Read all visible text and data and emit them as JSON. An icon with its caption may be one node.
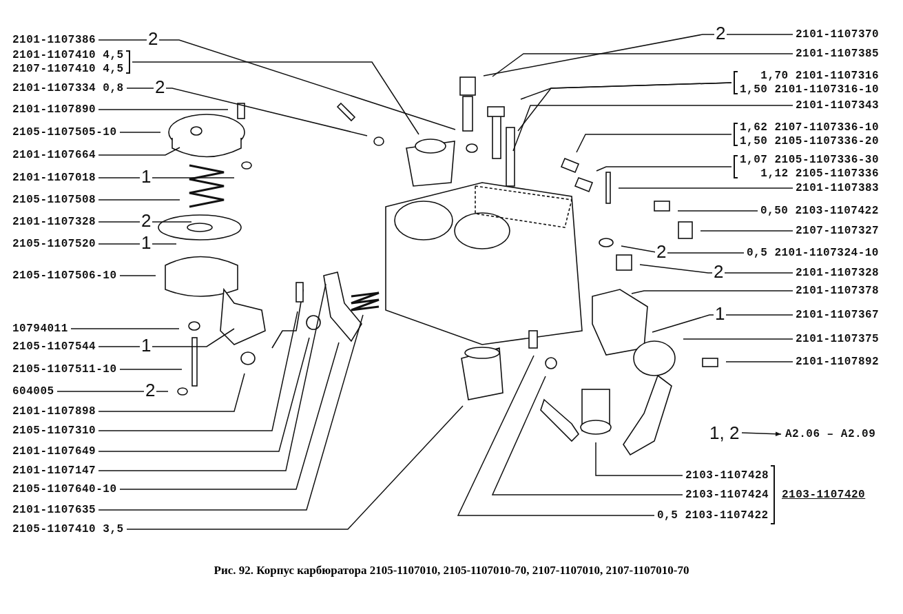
{
  "diagram": {
    "caption": "Рис. 92. Корпус карбюратора 2105-1107010, 2105-1107010-70, 2107-1107010, 2107-1107010-70",
    "nodes": [
      {
        "text": [
          "2101-1107386"
        ]
      },
      {
        "text": [
          "2101-1107410 4,5",
          "2107-1107410 4,5"
        ]
      },
      {
        "text": [
          "2101-1107334 0,8"
        ]
      },
      {
        "text": [
          "2101-1107890"
        ]
      },
      {
        "text": [
          "2105-1107505-10"
        ]
      },
      {
        "text": [
          "2101-1107664"
        ]
      },
      {
        "text": [
          "2101-1107018"
        ]
      },
      {
        "text": [
          "2105-1107508"
        ]
      },
      {
        "text": [
          "2101-1107328"
        ]
      },
      {
        "text": [
          "2105-1107520"
        ]
      },
      {
        "text": [
          "2105-1107506-10"
        ]
      },
      {
        "text": [
          "10794011"
        ]
      },
      {
        "text": [
          "2105-1107544"
        ]
      },
      {
        "text": [
          "2105-1107511-10"
        ]
      },
      {
        "text": [
          "604005"
        ]
      },
      {
        "text": [
          "2101-1107898"
        ]
      },
      {
        "text": [
          "2105-1107310"
        ]
      },
      {
        "text": [
          "2101-1107649"
        ]
      },
      {
        "text": [
          "2101-1107147"
        ]
      },
      {
        "text": [
          "2105-1107640-10"
        ]
      },
      {
        "text": [
          "2101-1107635"
        ]
      },
      {
        "text": [
          "2105-1107410 3,5"
        ]
      },
      {
        "text": [
          "2101-1107370"
        ]
      },
      {
        "text": [
          "2101-1107385"
        ]
      },
      {
        "text": [
          "1,70 2101-1107316",
          "1,50 2101-1107316-10"
        ]
      },
      {
        "text": [
          "2101-1107343"
        ]
      },
      {
        "text": [
          "1,62 2107-1107336-10",
          "1,50 2105-1107336-20"
        ]
      },
      {
        "text": [
          "1,07 2105-1107336-30",
          "1,12 2105-1107336"
        ]
      },
      {
        "text": [
          "2101-1107383"
        ]
      },
      {
        "text": [
          "0,50 2103-1107422"
        ]
      },
      {
        "text": [
          "2107-1107327"
        ]
      },
      {
        "text": [
          "0,5 2101-1107324-10"
        ]
      },
      {
        "text": [
          "2101-1107328"
        ]
      },
      {
        "text": [
          "2101-1107378"
        ]
      },
      {
        "text": [
          "2101-1107367"
        ]
      },
      {
        "text": [
          "2101-1107375"
        ]
      },
      {
        "text": [
          "2101-1107892"
        ]
      },
      {
        "text": [
          "1, 2"
        ]
      },
      {
        "text": [
          "A2.06 – A2.09"
        ]
      },
      {
        "text": [
          "2103-1107428"
        ]
      },
      {
        "text": [
          "2103-1107424"
        ]
      },
      {
        "text": [
          "0,5 2103-1107422"
        ]
      },
      {
        "text": [
          "2103-1107420"
        ]
      }
    ],
    "edges": [
      {
        "from": 0,
        "to": null,
        "arrow": "none",
        "label": "2"
      },
      {
        "from": 1,
        "to": null,
        "arrow": "none"
      },
      {
        "from": 2,
        "to": null,
        "arrow": "none",
        "label": "2"
      },
      {
        "from": 3,
        "to": null,
        "arrow": "none"
      },
      {
        "from": 4,
        "to": null,
        "arrow": "none"
      },
      {
        "from": 5,
        "to": null,
        "arrow": "none"
      },
      {
        "from": 6,
        "to": null,
        "arrow": "none",
        "label": "1"
      },
      {
        "from": 7,
        "to": null,
        "arrow": "none"
      },
      {
        "from": 8,
        "to": null,
        "arrow": "none",
        "label": "2"
      },
      {
        "from": 9,
        "to": null,
        "arrow": "none",
        "label": "1"
      },
      {
        "from": 10,
        "to": null,
        "arrow": "none"
      },
      {
        "from": 11,
        "to": null,
        "arrow": "none"
      },
      {
        "from": 12,
        "to": null,
        "arrow": "none",
        "label": "1"
      },
      {
        "from": 13,
        "to": null,
        "arrow": "none"
      },
      {
        "from": 14,
        "to": null,
        "arrow": "none",
        "label": "2"
      },
      {
        "from": 15,
        "to": null,
        "arrow": "none"
      },
      {
        "from": 16,
        "to": null,
        "arrow": "none"
      },
      {
        "from": 17,
        "to": null,
        "arrow": "none"
      },
      {
        "from": 18,
        "to": null,
        "arrow": "none"
      },
      {
        "from": 19,
        "to": null,
        "arrow": "none"
      },
      {
        "from": 20,
        "to": null,
        "arrow": "none"
      },
      {
        "from": 21,
        "to": null,
        "arrow": "none"
      },
      {
        "from": 22,
        "to": null,
        "arrow": "none",
        "label": "2"
      },
      {
        "from": 23,
        "to": null,
        "arrow": "none"
      },
      {
        "from": 24,
        "to": null,
        "arrow": "none"
      },
      {
        "from": 24,
        "to": null,
        "arrow": "none"
      },
      {
        "from": 25,
        "to": null,
        "arrow": "none"
      },
      {
        "from": 26,
        "to": null,
        "arrow": "none"
      },
      {
        "from": 27,
        "to": null,
        "arrow": "none"
      },
      {
        "from": 28,
        "to": null,
        "arrow": "none"
      },
      {
        "from": 29,
        "to": null,
        "arrow": "none"
      },
      {
        "from": 30,
        "to": null,
        "arrow": "none"
      },
      {
        "from": 31,
        "to": null,
        "arrow": "none",
        "label": "2"
      },
      {
        "from": 32,
        "to": null,
        "arrow": "none",
        "label": "2"
      },
      {
        "from": 33,
        "to": null,
        "arrow": "none"
      },
      {
        "from": 34,
        "to": null,
        "arrow": "none",
        "label": "1"
      },
      {
        "from": 35,
        "to": null,
        "arrow": "none"
      },
      {
        "from": 36,
        "to": null,
        "arrow": "none"
      },
      {
        "from": 37,
        "to": 38,
        "arrow": "to"
      },
      {
        "from": 39,
        "to": null,
        "arrow": "none"
      },
      {
        "from": 40,
        "to": null,
        "arrow": "none"
      },
      {
        "from": 41,
        "to": null,
        "arrow": "none"
      }
    ]
  }
}
